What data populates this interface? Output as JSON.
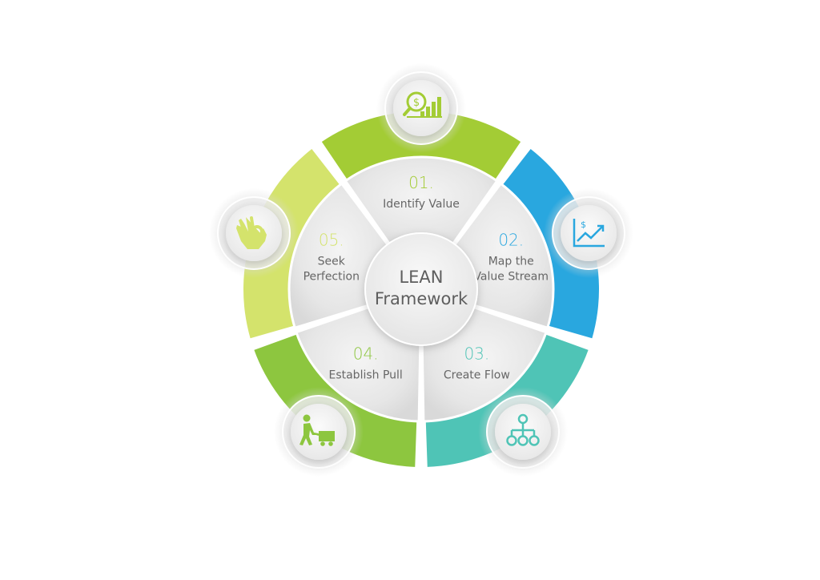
{
  "center": {
    "line1": "LEAN",
    "line2": "Framework"
  },
  "steps": [
    {
      "number": "01.",
      "label_lines": [
        "Identify Value"
      ],
      "color": "#a3cc35",
      "icon": "money-magnifier-bar-chart-icon"
    },
    {
      "number": "02.",
      "label_lines": [
        "Map the",
        "Value Stream"
      ],
      "color": "#29a7df",
      "icon": "dollar-line-chart-icon"
    },
    {
      "number": "03.",
      "label_lines": [
        "Create Flow"
      ],
      "color": "#4fc4b6",
      "icon": "hierarchy-nodes-icon"
    },
    {
      "number": "04.",
      "label_lines": [
        "Establish Pull"
      ],
      "color": "#8dc63f",
      "icon": "person-pulling-cart-icon"
    },
    {
      "number": "05.",
      "label_lines": [
        "Seek",
        "Perfection"
      ],
      "color": "#d4e36c",
      "icon": "ok-hand-gesture-icon"
    }
  ],
  "label_color": "#666666",
  "center_text_color": "#5e5e5e"
}
